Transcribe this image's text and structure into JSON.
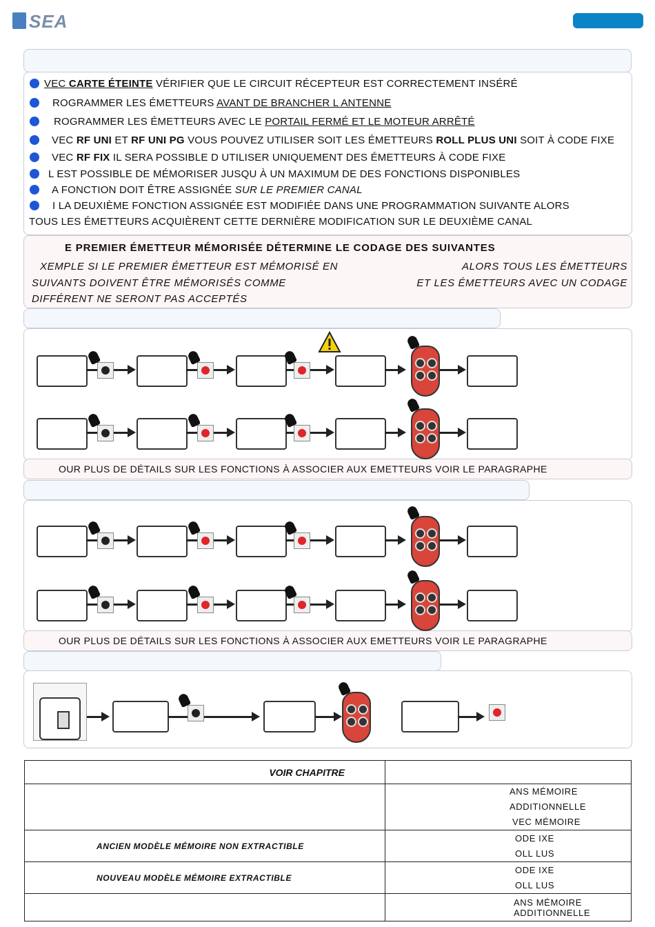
{
  "header": {
    "logo_text": "SEA"
  },
  "notes": [
    {
      "parts": [
        {
          "t": " VEC ",
          "s": "u"
        },
        {
          "t": "CARTE ÉTEINTE",
          "s": "ub"
        },
        {
          "t": "  VÉRIFIER QUE LE CIRCUIT RÉCEPTEUR EST CORRECTEMENT INSÉRÉ",
          "s": ""
        }
      ]
    },
    {
      "parts": [
        {
          "t": "ROGRAMMER LES ÉMETTEURS ",
          "s": ""
        },
        {
          "t": "AVANT DE BRANCHER L ANTENNE",
          "s": "u"
        }
      ]
    },
    {
      "parts": [
        {
          "t": "ROGRAMMER LES ÉMETTEURS AVEC LE ",
          "s": ""
        },
        {
          "t": "PORTAIL FERMÉ ET LE MOTEUR ARRÊTÉ",
          "s": "u"
        }
      ]
    },
    {
      "parts": [
        {
          "t": "VEC ",
          "s": ""
        },
        {
          "t": "RF UNI",
          "s": "b"
        },
        {
          "t": " ET ",
          "s": ""
        },
        {
          "t": "RF UNI PG",
          "s": "b"
        },
        {
          "t": "  VOUS POUVEZ UTILISER SOIT LES ÉMETTEURS ",
          "s": ""
        },
        {
          "t": "ROLL PLUS UNI",
          "s": "b"
        },
        {
          "t": " SOIT À CODE FIXE",
          "s": ""
        }
      ]
    },
    {
      "parts": [
        {
          "t": "VEC ",
          "s": ""
        },
        {
          "t": "RF FIX",
          "s": "b"
        },
        {
          "t": "  IL SERA POSSIBLE D UTILISER UNIQUEMENT DES ÉMETTEURS À CODE FIXE",
          "s": ""
        }
      ]
    },
    {
      "parts": [
        {
          "t": "L EST POSSIBLE DE MÉMORISER JUSQU À UN MAXIMUM DE     DES FONCTIONS DISPONIBLES",
          "s": ""
        }
      ]
    },
    {
      "parts": [
        {
          "t": "A FONCTION              DOIT                       ÊTRE ASSIGNÉE  ",
          "s": ""
        },
        {
          "t": "SUR LE PREMIER CANAL",
          "s": "i"
        }
      ]
    },
    {
      "parts": [
        {
          "t": "I LA DEUXIÈME FONCTION ASSIGNÉE EST MODIFIÉE DANS UNE PROGRAMMATION SUIVANTE  ALORS",
          "s": ""
        }
      ]
    }
  ],
  "notes_continuation": "TOUS LES ÉMETTEURS ACQUIÈRENT CETTE DERNIÈRE MODIFICATION SUR LE DEUXIÈME CANAL",
  "warning_box": {
    "title": "E PREMIER ÉMETTEUR MÉMORISÉE DÉTERMINE LE CODAGE DES SUIVANTES",
    "line1_left": "XEMPLE  SI LE PREMIER ÉMETTEUR EST MÉMORISÉ EN",
    "line1_right": "ALORS TOUS LES ÉMETTEURS",
    "line2_left": "SUIVANTS  DOIVENT  ÊTRE  MÉMORISÉS  COMME",
    "line2_right": "ET  LES  ÉMETTEURS  AVEC  UN  CODAGE",
    "line3": "DIFFÉRENT NE SERONT PAS ACCEPTÉS"
  },
  "section1_footer": "OUR PLUS DE DÉTAILS SUR LES FONCTIONS À ASSOCIER AUX EMETTEURS  VOIR LE PARAGRAPHE",
  "section2_footer": "OUR PLUS DE DÉTAILS SUR LES FONCTIONS À ASSOCIER AUX EMETTEURS  VOIR LE PARAGRAPHE",
  "table": {
    "header_left": "VOIR CHAPITRE",
    "rows": [
      {
        "left": "",
        "right": [
          "ANS MÉMOIRE ADDITIONNELLE",
          "VEC MÉMOIRE"
        ]
      },
      {
        "left": "ANCIEN MODÈLE   MÉMOIRE NON EXTRACTIBLE",
        "right": [
          "ODE    IXE",
          "OLL    LUS"
        ]
      },
      {
        "left": "NOUVEAU MODÈLE   MÉMOIRE EXTRACTIBLE",
        "right": [
          "ODE    IXE",
          "OLL    LUS"
        ]
      },
      {
        "left": "",
        "right": [
          "ANS MÉMOIRE ADDITIONNELLE"
        ]
      }
    ]
  },
  "colors": {
    "accent_blue": "#0a84c6",
    "bullet_blue": "#1d56d6",
    "button_red": "#e0242a",
    "remote_red": "#d9453a"
  },
  "icons": [
    "warning-icon",
    "hand-press-icon",
    "remote-control-icon",
    "receiver-box-icon",
    "push-button-icon"
  ]
}
